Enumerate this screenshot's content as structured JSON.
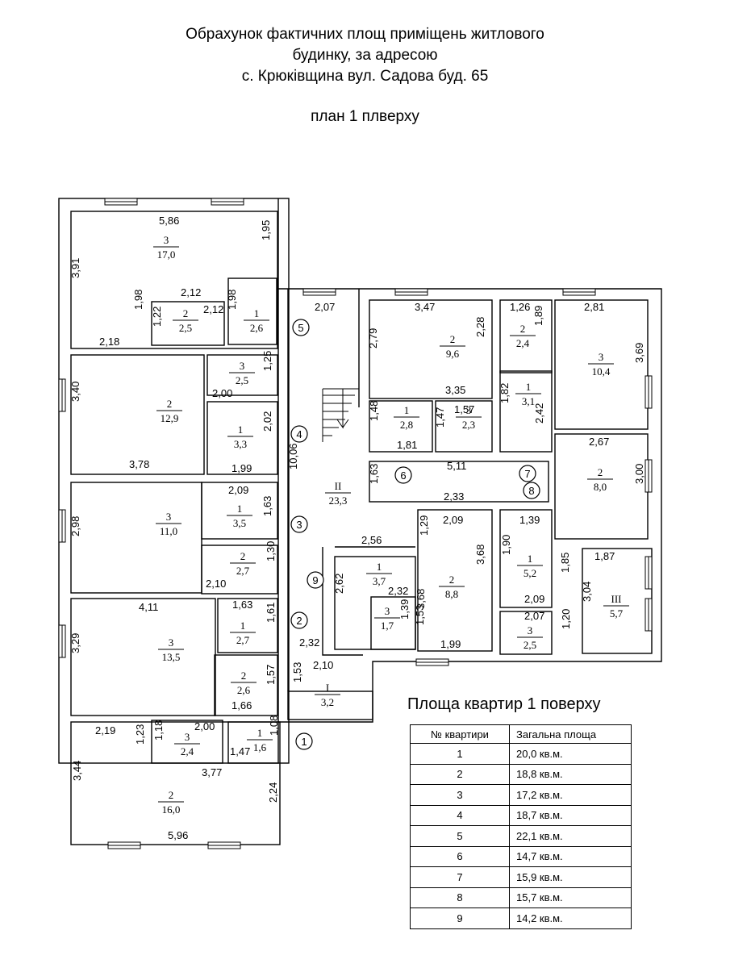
{
  "header": {
    "title_lines": [
      "Обрахунок фактичних площ приміщень житлового",
      "будинку, за адресою",
      "с. Крюківщина вул. Садова буд. 65"
    ],
    "subtitle": "план 1 плверху"
  },
  "rooms": [
    {
      "num": "3",
      "area": "17,0"
    },
    {
      "num": "2",
      "area": "2,5"
    },
    {
      "num": "1",
      "area": "2,6"
    },
    {
      "num": "3",
      "area": "2,5"
    },
    {
      "num": "2",
      "area": "12,9"
    },
    {
      "num": "1",
      "area": "3,3"
    },
    {
      "num": "3",
      "area": "11,0"
    },
    {
      "num": "1",
      "area": "3,5"
    },
    {
      "num": "2",
      "area": "2,7"
    },
    {
      "num": "3",
      "area": "13,5"
    },
    {
      "num": "1",
      "area": "2,7"
    },
    {
      "num": "2",
      "area": "2,6"
    },
    {
      "num": "I",
      "area": "3,2"
    },
    {
      "num": "3",
      "area": "2,4"
    },
    {
      "num": "1",
      "area": "1,6"
    },
    {
      "num": "2",
      "area": "16,0"
    },
    {
      "num": "II",
      "area": "23,3"
    },
    {
      "num": "2",
      "area": "9,6"
    },
    {
      "num": "1",
      "area": "2,8"
    },
    {
      "num": "3",
      "area": "2,3"
    },
    {
      "num": "2",
      "area": "2,4"
    },
    {
      "num": "1",
      "area": "3,1"
    },
    {
      "num": "3",
      "area": "10,4"
    },
    {
      "num": "2",
      "area": "8,0"
    },
    {
      "num": "1",
      "area": "3,7"
    },
    {
      "num": "3",
      "area": "1,7"
    },
    {
      "num": "2",
      "area": "8,8"
    },
    {
      "num": "1",
      "area": "5,2"
    },
    {
      "num": "3",
      "area": "2,5"
    },
    {
      "num": "III",
      "area": "5,7"
    }
  ],
  "dimensions": [
    "5,86",
    "1,95",
    "3,91",
    "1,98",
    "2,12",
    "1,22",
    "2,12",
    "1,98",
    "2,18",
    "2,07",
    "3,47",
    "2,79",
    "2,28",
    "3,35",
    "1,26",
    "1,89",
    "2,81",
    "3,69",
    "1,25",
    "2,00",
    "3,40",
    "2,02",
    "3,78",
    "1,99",
    "10,06",
    "1,82",
    "2,42",
    "1,48",
    "1,57",
    "1,47",
    "1,81",
    "5,11",
    "2,67",
    "3,00",
    "1,63",
    "2,09",
    "1,63",
    "2,33",
    "2,98",
    "1,39",
    "2,09",
    "1,29",
    "2,56",
    "3,68",
    "1,30",
    "2,10",
    "1,90",
    "1,85",
    "1,87",
    "3,04",
    "4,11",
    "1,63",
    "2,62",
    "2,32",
    "1,61",
    "1,39",
    "3,68",
    "2,09",
    "2,07",
    "1,20",
    "3,29",
    "2,32",
    "1,53",
    "1,99",
    "2,10",
    "1,57",
    "1,53",
    "1,66",
    "2,19",
    "2,00",
    "1,23",
    "1,18",
    "1,08",
    "1,47",
    "3,77",
    "3,44",
    "2,24",
    "5,96"
  ],
  "apartment_markers": [
    "5",
    "4",
    "3",
    "2",
    "1",
    "6",
    "7",
    "8",
    "9"
  ],
  "apartments_table": {
    "title": "Площа квартир 1 поверху",
    "headers": [
      "№    квартири",
      "Загальна площа"
    ],
    "rows": [
      {
        "n": "1",
        "area": "20,0 кв.м."
      },
      {
        "n": "2",
        "area": "18,8 кв.м."
      },
      {
        "n": "3",
        "area": "17,2 кв.м."
      },
      {
        "n": "4",
        "area": "18,7 кв.м."
      },
      {
        "n": "5",
        "area": "22,1 кв.м."
      },
      {
        "n": "6",
        "area": "14,7 кв.м."
      },
      {
        "n": "7",
        "area": "15,9 кв.м."
      },
      {
        "n": "8",
        "area": "15,7 кв.м."
      },
      {
        "n": "9",
        "area": "14,2 кв.м."
      }
    ]
  }
}
